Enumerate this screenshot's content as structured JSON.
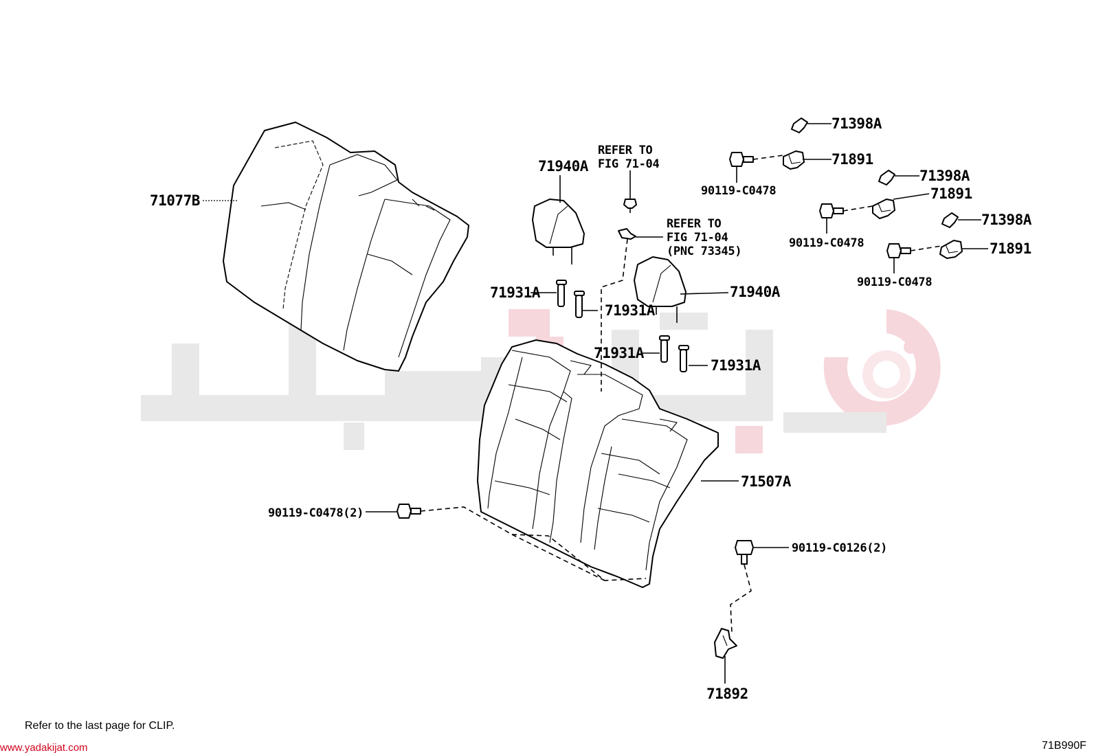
{
  "diagram": {
    "part_labels": {
      "seatback_pad_assy": "71077B",
      "seatback_frame": "71507A",
      "headrest_left": "71940A",
      "headrest_right": "71940A",
      "guide_1": "71931A",
      "guide_2": "71931A",
      "guide_3": "71931A",
      "guide_4": "71931A",
      "clip_top_1": "71398A",
      "clip_top_2": "71398A",
      "clip_top_3": "71398A",
      "hinge_1": "71891",
      "hinge_2": "71891",
      "hinge_3": "71891",
      "bolt_1": "90119-C0478",
      "bolt_2": "90119-C0478",
      "bolt_3": "90119-C0478",
      "bolt_lower_left": "90119-C0478(2)",
      "bolt_lower_right": "90119-C0126(2)",
      "lower_bracket": "71892"
    },
    "refer_1": [
      "REFER TO",
      "FIG 71-04"
    ],
    "refer_2": [
      "REFER TO",
      "FIG 71-04",
      "(PNC 73345)"
    ]
  },
  "footer": {
    "note": "Refer to the last page for CLIP.",
    "website": "www.yadakijat.com",
    "code": "71B990F"
  },
  "colors": {
    "watermark_gray": "#e8e8e8",
    "watermark_red": "#f6d7dc",
    "website_red": "#d0021b"
  }
}
